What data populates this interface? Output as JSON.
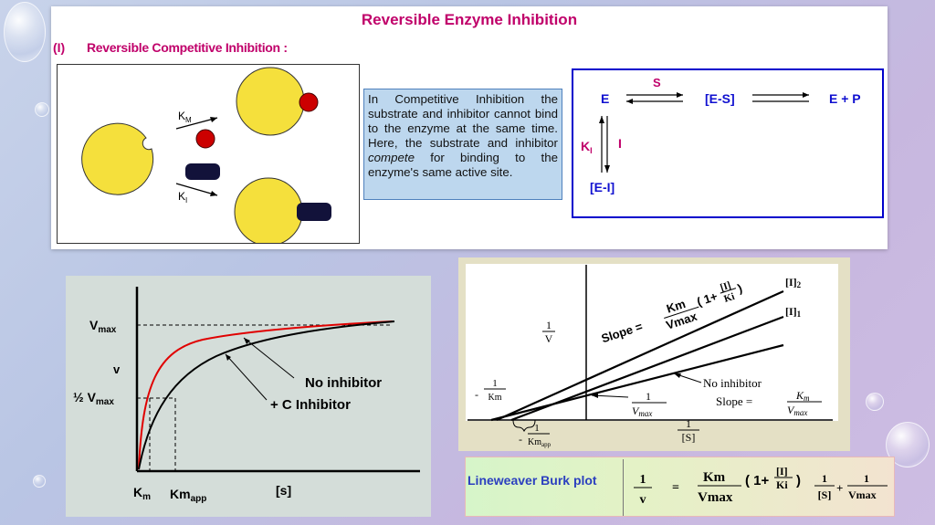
{
  "slide": {
    "title": "Reversible Enzyme Inhibition",
    "section_number": "(I)",
    "section_title": "Reversible Competitive Inhibition :"
  },
  "enzyme_diagram": {
    "km_label": "K",
    "km_sub": "M",
    "ki_label": "K",
    "ki_sub": "I"
  },
  "explanation": {
    "text_before": "In Competitive Inhibition the substrate and inhibitor cannot bind to the enzyme at the same time. Here, the substrate and inhibitor ",
    "emphasis": "compete",
    "text_after": " for binding to the enzyme's same active site."
  },
  "mechanism": {
    "enzyme": "E",
    "substrate": "S",
    "complex_es": "[E-S]",
    "products": "E + P",
    "inhibitor": "I",
    "ki": "K",
    "ki_sub": "I",
    "complex_ei": "[E-I]"
  },
  "mm_plot": {
    "vmax": "V",
    "vmax_sub": "max",
    "v_label": "v",
    "half_vmax_prefix": "½ V",
    "half_vmax_sub": "max",
    "curve_no_inhibitor": "No inhibitor",
    "curve_inhibitor": "+ C Inhibitor",
    "km": "K",
    "km_sub": "m",
    "kmapp": "Km",
    "kmapp_sub": "app",
    "x_label": "[s]",
    "colors": {
      "no_inhibitor": "#e00000",
      "inhibitor": "#000000",
      "background": "#d4ddd9"
    }
  },
  "lb_plot": {
    "y_label_num": "1",
    "y_label_den": "V",
    "x_label_num": "1",
    "x_label_den": "[S]",
    "slope_prefix": "Slope =",
    "slope_num": "Km",
    "slope_den": "Vmax",
    "slope_paren_open": "( 1+",
    "slope_i": "[I]",
    "slope_ki": "Ki",
    "slope_paren_close": ")",
    "i2_label": "[I]",
    "i2_sub": "2",
    "i1_label": "[I]",
    "i1_sub": "1",
    "no_inhibitor": "No inhibitor",
    "slope2_prefix": "Slope =",
    "slope2_num_k": "K",
    "slope2_num_sub": "m",
    "slope2_den_v": "V",
    "slope2_den_sub": "max",
    "intercept_num": "1",
    "intercept_den_v": "V",
    "intercept_den_sub": "max",
    "neg_km_minus": "-",
    "neg_km_num": "1",
    "neg_km_den": "Km",
    "neg_kmapp_minus": "-",
    "neg_kmapp_num": "1",
    "neg_kmapp_den": "Km",
    "neg_kmapp_sub": "app"
  },
  "equation": {
    "label": "Lineweaver Burk plot",
    "lhs_num": "1",
    "lhs_den": "v",
    "equals": "=",
    "km": "Km",
    "vmax": "Vmax",
    "paren_open": "( 1+",
    "i": "[I]",
    "ki": "Ki",
    "paren_close": ")",
    "one_a": "1",
    "s": "[S]",
    "plus": "+",
    "one_b": "1",
    "vmax2": "Vmax"
  }
}
